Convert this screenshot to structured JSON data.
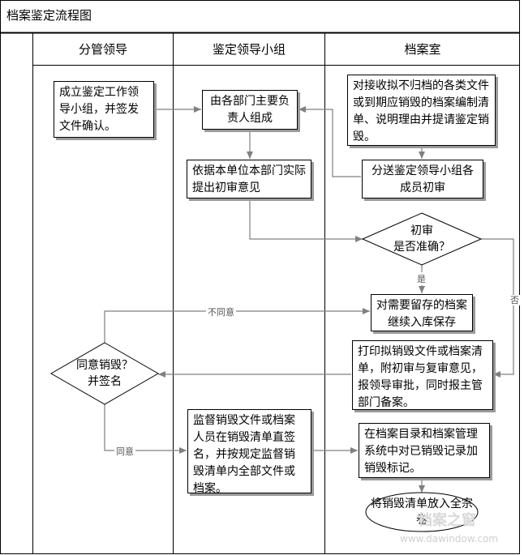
{
  "title": "档案鉴定流程图",
  "lanes": {
    "col1": "分管领导",
    "col2": "鉴定领导小组",
    "col3": "档案室"
  },
  "nodes": {
    "n1": "成立鉴定工作领导小组，并签发文件确认。",
    "n2": "由各部门主要负责人组成",
    "n3": "对接收拟不归档的各类文件或到期应销毁的档案编制清单、说明理由并提请鉴定销毁。",
    "n4": "依据本单位本部门实际提出初审意见",
    "n5": "分送鉴定领导小组各成员初审",
    "d1_line1": "初审",
    "d1_line2": "是否准确？",
    "n6": "对需要留存的档案继续入库保存",
    "d2_line1": "同意销毁？",
    "d2_line2": "并签名",
    "n7": "打印拟销毁文件或档案清单，附初审与复审意见，报领导审批，同时报主管部门备案。",
    "n8": "监督销毁文件或档案人员在销毁清单直签名，并按规定监督销毁清单内全部文件或档案。",
    "n9": "在档案目录和档案管理系统中对已销毁记录加销毁标记。",
    "n10": "将销毁清单放入全宗卷"
  },
  "edge_labels": {
    "yes": "是",
    "no": "否",
    "disagree": "不同意",
    "agree": "同意"
  },
  "watermark": {
    "brand": "档案之窗",
    "url": "www.dawindow.com"
  },
  "colors": {
    "connector": "#808080",
    "border": "#000000",
    "shadow": "#9a9a9a"
  }
}
